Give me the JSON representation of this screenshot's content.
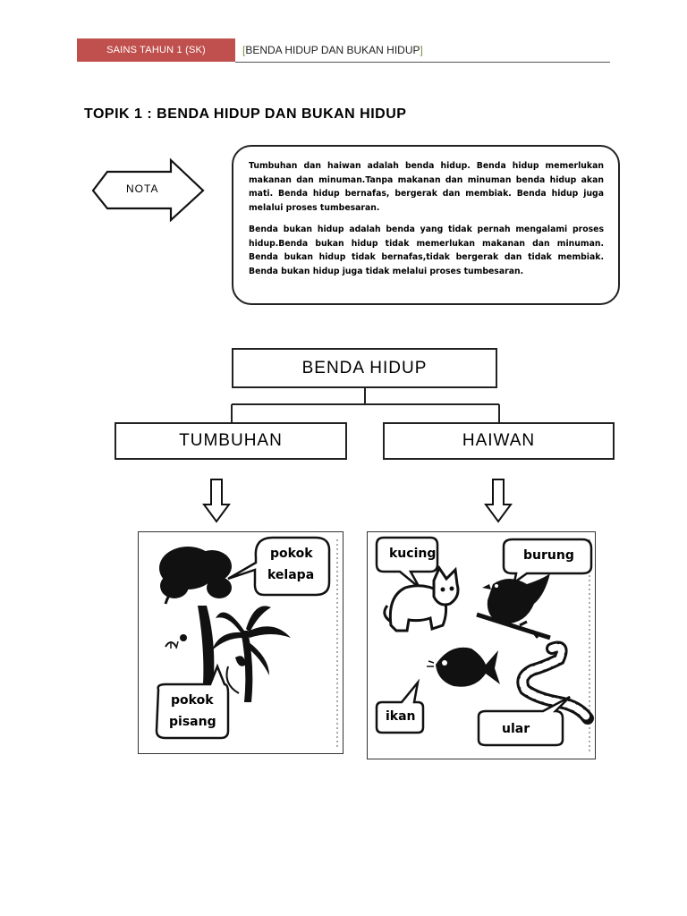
{
  "header": {
    "band_text": "SAINS TAHUN 1 (SK)",
    "bracket_open": "[",
    "title": "BENDA HIDUP DAN BUKAN HIDUP",
    "bracket_close": "]"
  },
  "topic": "TOPIK 1 : BENDA HIDUP DAN BUKAN HIDUP",
  "nota": "NOTA",
  "note": {
    "paragraph1": "Tumbuhan dan haiwan adalah benda hidup. Benda hidup memerlukan makanan dan minuman.Tanpa makanan dan minuman benda hidup akan mati. Benda hidup bernafas, bergerak dan membiak. Benda hidup juga melalui proses tumbesaran.",
    "paragraph2": "Benda bukan hidup adalah benda yang tidak pernah mengalami proses hidup.Benda bukan hidup tidak memerlukan makanan dan minuman. Benda bukan hidup tidak bernafas,tidak bergerak dan tidak membiak. Benda bukan hidup juga tidak melalui proses tumbesaran."
  },
  "diagram": {
    "root": "BENDA HIDUP",
    "left": "TUMBUHAN",
    "right": "HAIWAN"
  },
  "plants": {
    "coconut_line1": "pokok",
    "coconut_line2": "kelapa",
    "banana_line1": "pokok",
    "banana_line2": "pisang"
  },
  "animals": {
    "cat": "kucing",
    "bird": "burung",
    "fish": "ikan",
    "snake": "ular"
  }
}
